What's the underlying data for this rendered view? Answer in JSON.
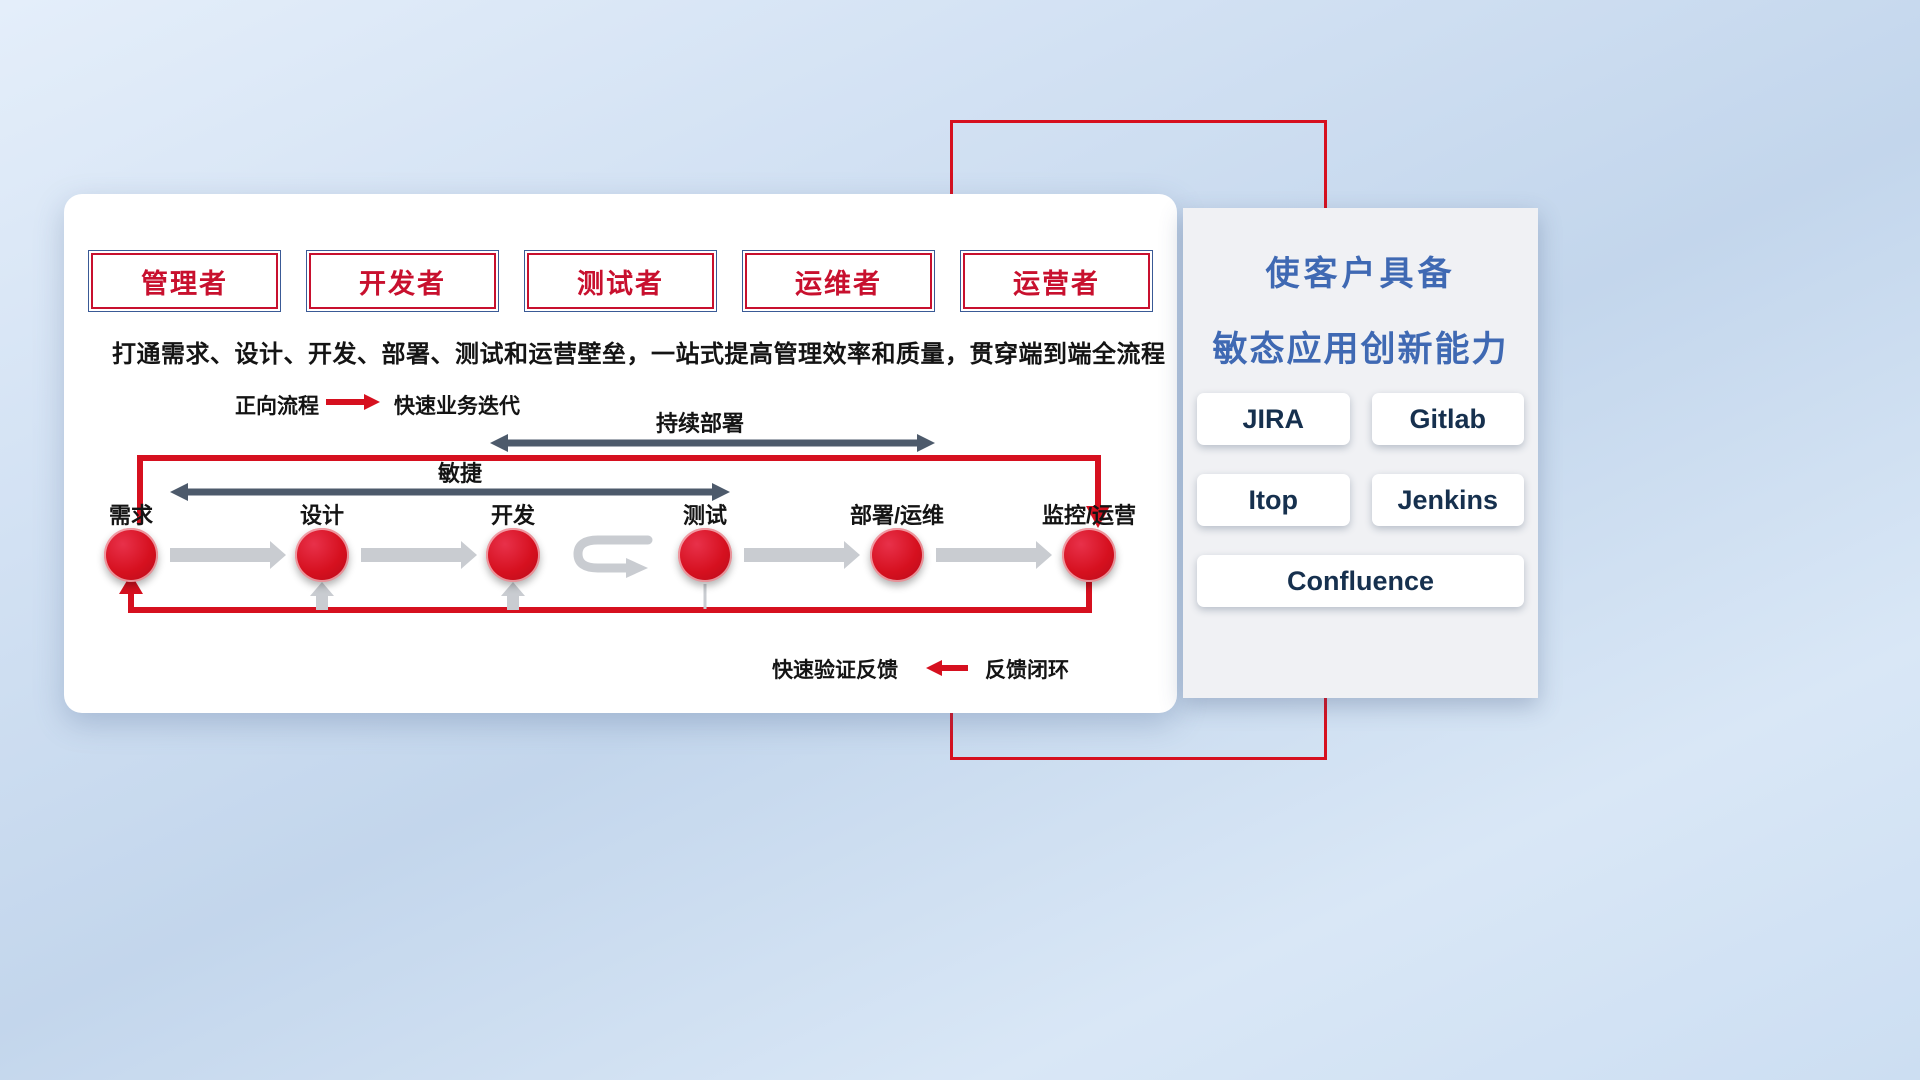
{
  "roles": [
    "管理者",
    "开发者",
    "测试者",
    "运维者",
    "运营者"
  ],
  "description": "打通需求、设计、开发、部署、测试和运营壁垒，一站式提高管理效率和质量，贯穿端到端全流程",
  "flow": {
    "forward_legend_label": "正向流程",
    "forward_legend_value": "快速业务迭代",
    "continuous_deploy_label": "持续部署",
    "agile_label": "敏捷",
    "stages": [
      "需求",
      "设计",
      "开发",
      "测试",
      "部署/运维",
      "监控/运营"
    ],
    "feedback_legend_label": "快速验证反馈",
    "feedback_legend_value": "反馈闭环"
  },
  "panel": {
    "title_line1": "使客户具备",
    "title_line2": "敏态应用创新能力",
    "tools": [
      "JIRA",
      "Gitlab",
      "Itop",
      "Jenkins",
      "Confluence"
    ]
  },
  "colors": {
    "red": "#d6101f",
    "dark_arrow": "#4d5a6b",
    "gray_arrow": "#c9ccd1",
    "blue_title": "#3f69b3"
  }
}
